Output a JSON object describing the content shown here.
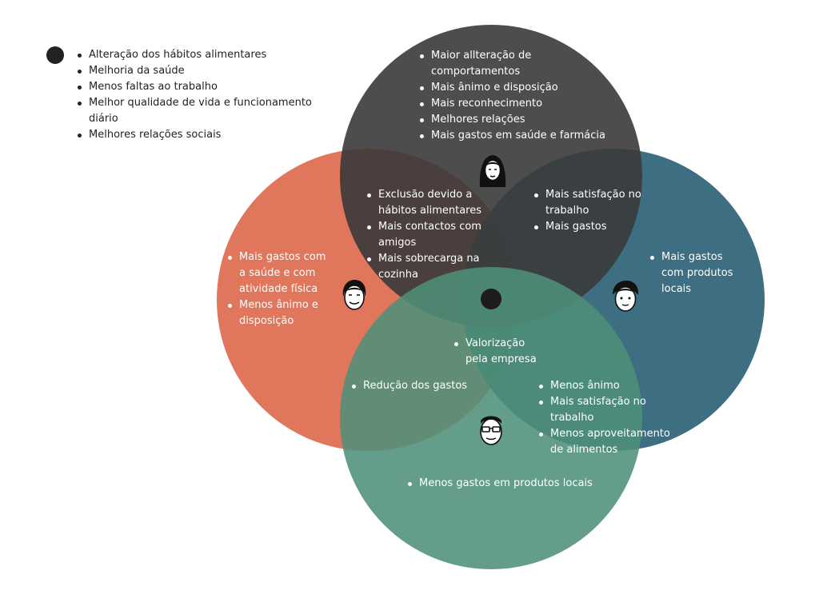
{
  "colors": {
    "top_circle": "#3a3a3a",
    "left_circle": "#dd6a4e",
    "right_circle": "#2e6276",
    "bottom_circle": "#4f9079",
    "dot": "#222222"
  },
  "legend": {
    "items": [
      "Alteração dos hábitos alimentares",
      "Melhoria da saúde",
      "Menos faltas ao trabalho",
      "Melhor qualidade de vida e funcionamento diário",
      "Melhores relações sociais"
    ]
  },
  "regions": {
    "top": [
      "Maior allteração de comportamentos",
      "Mais ânimo e disposição",
      "Mais reconhecimento",
      "Melhores relações",
      "Mais gastos em saúde e farmácia"
    ],
    "top_left": [
      "Exclusão devido a hábitos alimentares",
      "Mais contactos com amigos",
      "Mais sobrecarga na cozinha"
    ],
    "top_right": [
      "Mais satisfação no trabalho",
      "Mais gastos"
    ],
    "left": [
      "Mais gastos com a saúde e com atividade física",
      "Menos ânimo e disposição"
    ],
    "right": [
      "Mais gastos com produtos locais"
    ],
    "center": [
      "Valorização pela empresa"
    ],
    "bottom_left": [
      "Redução dos gastos"
    ],
    "bottom_right": [
      "Menos ânimo",
      "Mais satisfação no trabalho",
      "Menos aproveitamento de alimentos"
    ],
    "bottom": [
      "Menos gastos em produtos locais"
    ]
  },
  "icons": {
    "top": "woman-face-icon",
    "left": "man-face-icon",
    "right": "boy-face-icon",
    "bottom": "man-glasses-face-icon"
  }
}
